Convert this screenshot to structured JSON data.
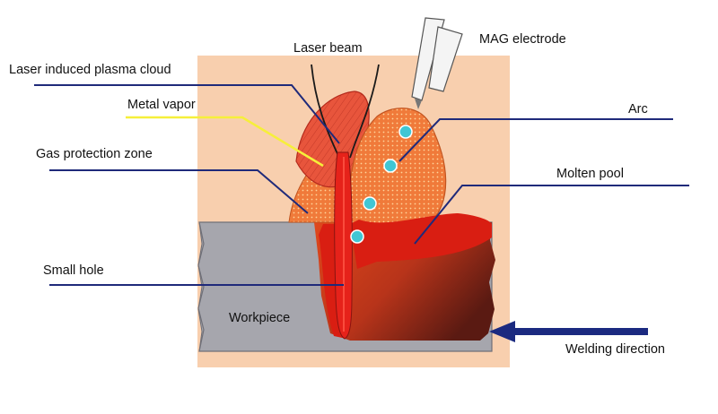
{
  "labels": {
    "laser_beam": "Laser beam",
    "mag_electrode": "MAG electrode",
    "plasma_cloud": "Laser induced plasma cloud",
    "metal_vapor": "Metal vapor",
    "arc": "Arc",
    "gas_protection_zone": "Gas protection zone",
    "molten_pool": "Molten pool",
    "small_hole": "Small hole",
    "workpiece": "Workpiece",
    "welding_direction": "Welding direction"
  },
  "colors": {
    "background_panel": "#f8cfae",
    "workpiece": "#a6a6ad",
    "plasma_red": "#e33a2a",
    "gas_zone_orange": "#f07a3a",
    "molten_red": "#d91e12",
    "molten_dark": "#8a2312",
    "leader_navy": "#1f2a7a",
    "metal_vapor_leader": "#f6ef3a",
    "droplet_cyan": "#40c6d4",
    "arrow_navy": "#1b2a80"
  },
  "icons": {
    "direction_arrow": "left-arrow"
  }
}
